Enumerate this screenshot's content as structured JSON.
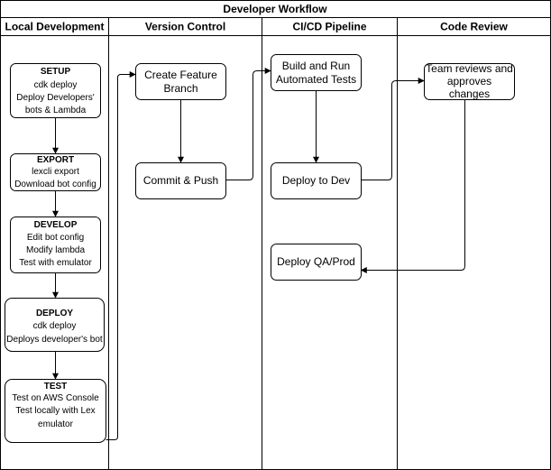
{
  "title": "Developer Workflow",
  "lanes": [
    {
      "id": "local",
      "title": "Local Development"
    },
    {
      "id": "vcs",
      "title": "Version Control"
    },
    {
      "id": "cicd",
      "title": "CI/CD Pipeline"
    },
    {
      "id": "review",
      "title": "Code Review"
    }
  ],
  "nodes": {
    "setup": {
      "title": "SETUP",
      "lines": [
        "cdk deploy",
        "Deploy Developers'",
        "bots & Lambda"
      ]
    },
    "export": {
      "title": "EXPORT",
      "lines": [
        "lexcli export",
        "Download bot config"
      ]
    },
    "develop": {
      "title": "DEVELOP",
      "lines": [
        "Edit bot config",
        "Modify lambda",
        "Test with emulator"
      ]
    },
    "deploy": {
      "title": "DEPLOY",
      "lines": [
        "cdk deploy",
        "Deploys developer's bot"
      ]
    },
    "test": {
      "title": "TEST",
      "lines": [
        "Test on AWS Console",
        "Test locally with Lex",
        "emulator"
      ]
    },
    "feature_branch": {
      "lines": [
        "Create Feature",
        "Branch"
      ]
    },
    "commit_push": {
      "lines": [
        "Commit & Push"
      ]
    },
    "build_test": {
      "lines": [
        "Build and Run",
        "Automated Tests"
      ]
    },
    "deploy_dev": {
      "lines": [
        "Deploy to Dev"
      ]
    },
    "deploy_qa": {
      "lines": [
        "Deploy QA/Prod"
      ]
    },
    "team_review": {
      "lines": [
        "Team reviews and",
        "approves",
        "changes"
      ]
    }
  },
  "edges": [
    {
      "from": "setup",
      "to": "export"
    },
    {
      "from": "export",
      "to": "develop"
    },
    {
      "from": "develop",
      "to": "deploy"
    },
    {
      "from": "deploy",
      "to": "test"
    },
    {
      "from": "test",
      "to": "feature_branch"
    },
    {
      "from": "feature_branch",
      "to": "commit_push"
    },
    {
      "from": "commit_push",
      "to": "build_test"
    },
    {
      "from": "build_test",
      "to": "deploy_dev"
    },
    {
      "from": "deploy_dev",
      "to": "team_review"
    },
    {
      "from": "team_review",
      "to": "deploy_qa"
    }
  ]
}
